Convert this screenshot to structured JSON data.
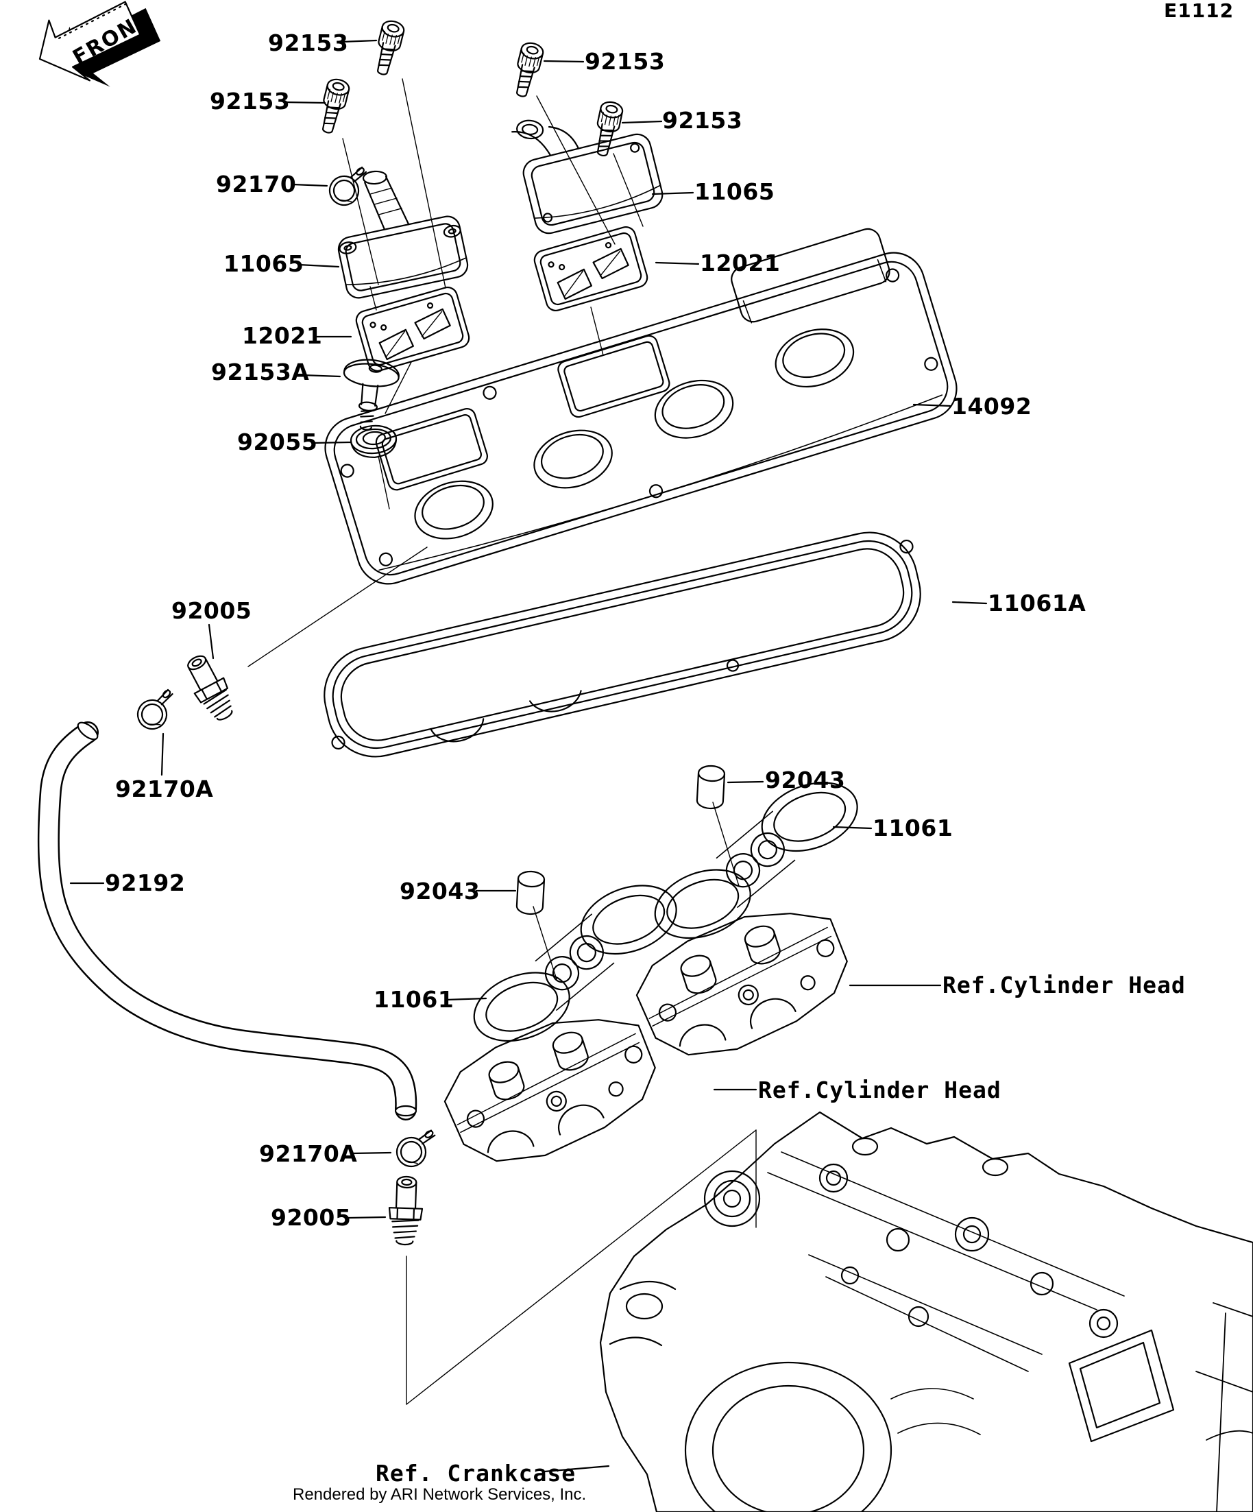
{
  "page": {
    "diagram_code": "E1112",
    "front_marker": "FRONT",
    "credit": "Rendered by ARI Network Services, Inc.",
    "background_color": "#ffffff",
    "line_color": "#000000"
  },
  "labels": [
    {
      "id": "92153-1",
      "text": "92153"
    },
    {
      "id": "92153-2",
      "text": "92153"
    },
    {
      "id": "92153-3",
      "text": "92153"
    },
    {
      "id": "92153-4",
      "text": "92153"
    },
    {
      "id": "92170",
      "text": "92170"
    },
    {
      "id": "11065-right",
      "text": "11065"
    },
    {
      "id": "11065-left",
      "text": "11065"
    },
    {
      "id": "12021-right",
      "text": "12021"
    },
    {
      "id": "12021-left",
      "text": "12021"
    },
    {
      "id": "92153A",
      "text": "92153A"
    },
    {
      "id": "92055",
      "text": "92055"
    },
    {
      "id": "14092",
      "text": "14092"
    },
    {
      "id": "92005-1",
      "text": "92005"
    },
    {
      "id": "11061A",
      "text": "11061A"
    },
    {
      "id": "92170A-1",
      "text": "92170A"
    },
    {
      "id": "92043-right",
      "text": "92043"
    },
    {
      "id": "11061-right",
      "text": "11061"
    },
    {
      "id": "92192",
      "text": "92192"
    },
    {
      "id": "92043-left",
      "text": "92043"
    },
    {
      "id": "11061-left",
      "text": "11061"
    },
    {
      "id": "ref-cylinder-head-1",
      "text": "Ref.Cylinder Head"
    },
    {
      "id": "ref-cylinder-head-2",
      "text": "Ref.Cylinder Head"
    },
    {
      "id": "92170A-2",
      "text": "92170A"
    },
    {
      "id": "92005-2",
      "text": "92005"
    },
    {
      "id": "ref-crankcase",
      "text": "Ref. Crankcase"
    }
  ]
}
